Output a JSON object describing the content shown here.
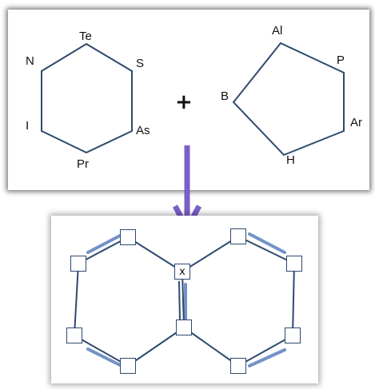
{
  "colors": {
    "bond_line": "#2e4a6f",
    "double_bond_highlight": "#5a7fbf",
    "arrow": "#7a5fc8"
  },
  "hexagon": {
    "atoms": [
      "Te",
      "S",
      "As",
      "Pr",
      "I",
      "N"
    ]
  },
  "operator": "+",
  "pentagon": {
    "atoms": [
      "Al",
      "P",
      "Ar",
      "H",
      "B"
    ]
  },
  "result": {
    "center_label": "x",
    "structure": "fused bicyclic rings with empty atom boxes"
  }
}
